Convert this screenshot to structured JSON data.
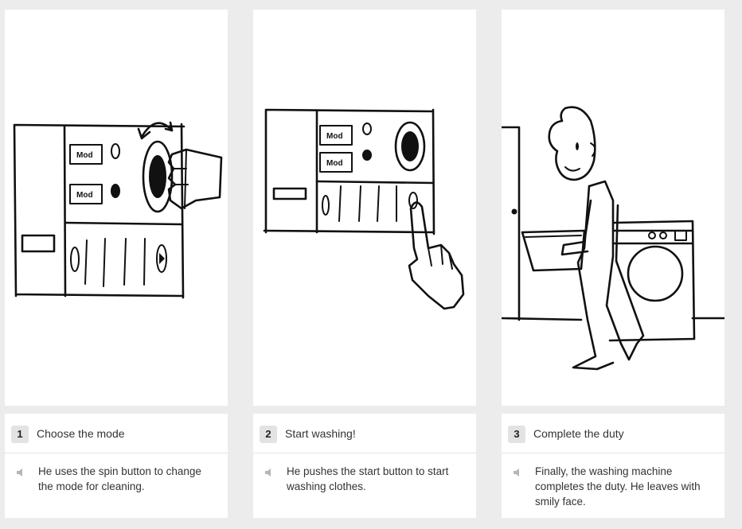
{
  "panels": [
    {
      "number": "1",
      "title": "Choose the mode",
      "description": "He uses the spin button to change the mode for cleaning.",
      "mod_labels": [
        "Mod",
        "Mod"
      ]
    },
    {
      "number": "2",
      "title": "Start washing!",
      "description": "He pushes the start button to start washing clothes.",
      "mod_labels": [
        "Mod",
        "Mod"
      ]
    },
    {
      "number": "3",
      "title": "Complete the duty",
      "description": "Finally, the washing machine completes the duty. He leaves with smily face."
    }
  ],
  "icons": {
    "audio": "speaker-icon"
  }
}
